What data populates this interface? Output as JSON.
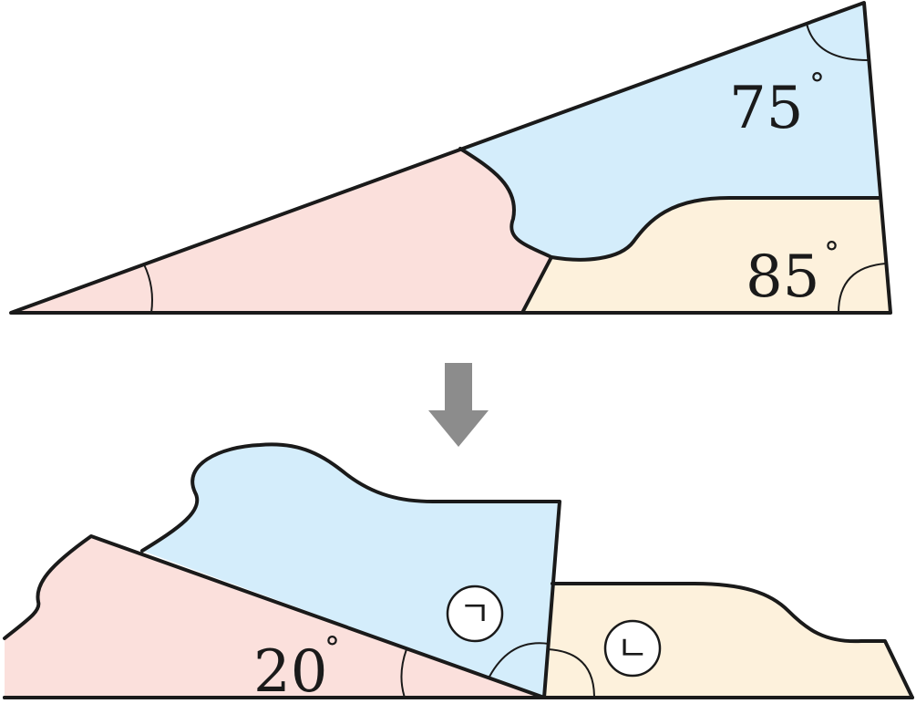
{
  "colors": {
    "pink": "#fbe0dc",
    "blue": "#d4edfb",
    "cream": "#fdf1dc",
    "arrow": "#8c8c8c",
    "stroke": "#1a1a1a"
  },
  "top_figure": {
    "angle_top_value": "75",
    "angle_bottom_right_value": "85",
    "degree_symbol": "°"
  },
  "bottom_figure": {
    "angle_left_value": "20",
    "degree_symbol": "°",
    "mark_blue": "ㄱ",
    "mark_cream": "ㄴ"
  }
}
